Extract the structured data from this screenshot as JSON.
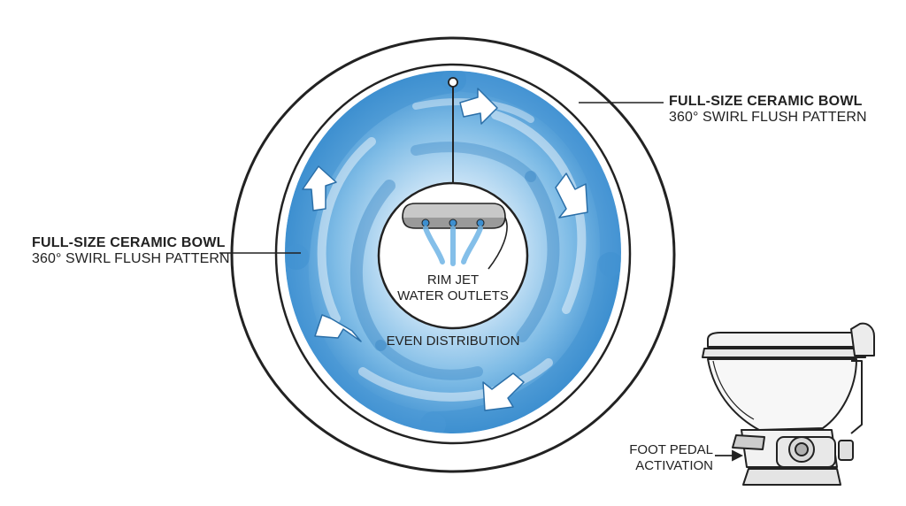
{
  "labels": {
    "right_callout": {
      "title": "FULL-SIZE CERAMIC BOWL",
      "subtitle": "360° SWIRL FLUSH PATTERN"
    },
    "left_callout": {
      "title": "FULL-SIZE CERAMIC BOWL",
      "subtitle": "360° SWIRL FLUSH PATTERN"
    },
    "rim_jet": {
      "line1": "RIM JET",
      "line2": "WATER OUTLETS"
    },
    "even_distribution": "EVEN DISTRIBUTION",
    "foot_pedal": {
      "line1": "FOOT PEDAL",
      "line2": "ACTIVATION"
    }
  },
  "colors": {
    "water_dark": "#3d8fd0",
    "water_light": "#a9d4f2",
    "outline": "#222222",
    "arrow": "#ffffff"
  }
}
